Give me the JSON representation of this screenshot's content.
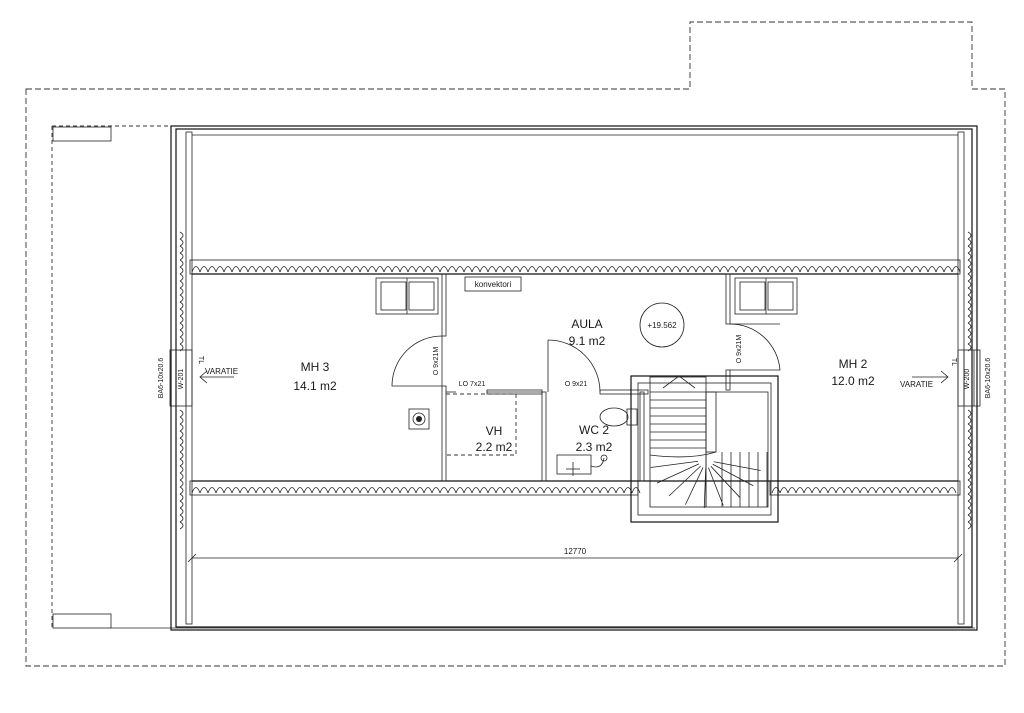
{
  "rooms": [
    {
      "id": "mh3",
      "name": "MH 3",
      "area": "14.1 m2"
    },
    {
      "id": "aula",
      "name": "AULA",
      "area": "9.1 m2"
    },
    {
      "id": "mh2",
      "name": "MH 2",
      "area": "12.0 m2"
    },
    {
      "id": "vh",
      "name": "VH",
      "area": "2.2 m2"
    },
    {
      "id": "wc2",
      "name": "WC 2",
      "area": "2.3 m2"
    }
  ],
  "labels": {
    "konvektori": "konvektori",
    "level": "+19.562",
    "dimension": "12770",
    "door_mh3": "O 9x21M",
    "door_mh2": "O 9x21M",
    "door_wc": "O 9x21",
    "closet": "LO 7x21",
    "varatie_left": "VARATIE",
    "varatie_right": "VARATIE",
    "tl_left": "TL",
    "tl_right": "TL",
    "window_left_code": "BA6-10x20.6",
    "window_left_w": "W-201",
    "window_right_code": "BA6-10x20.6",
    "window_right_w": "W-200"
  }
}
